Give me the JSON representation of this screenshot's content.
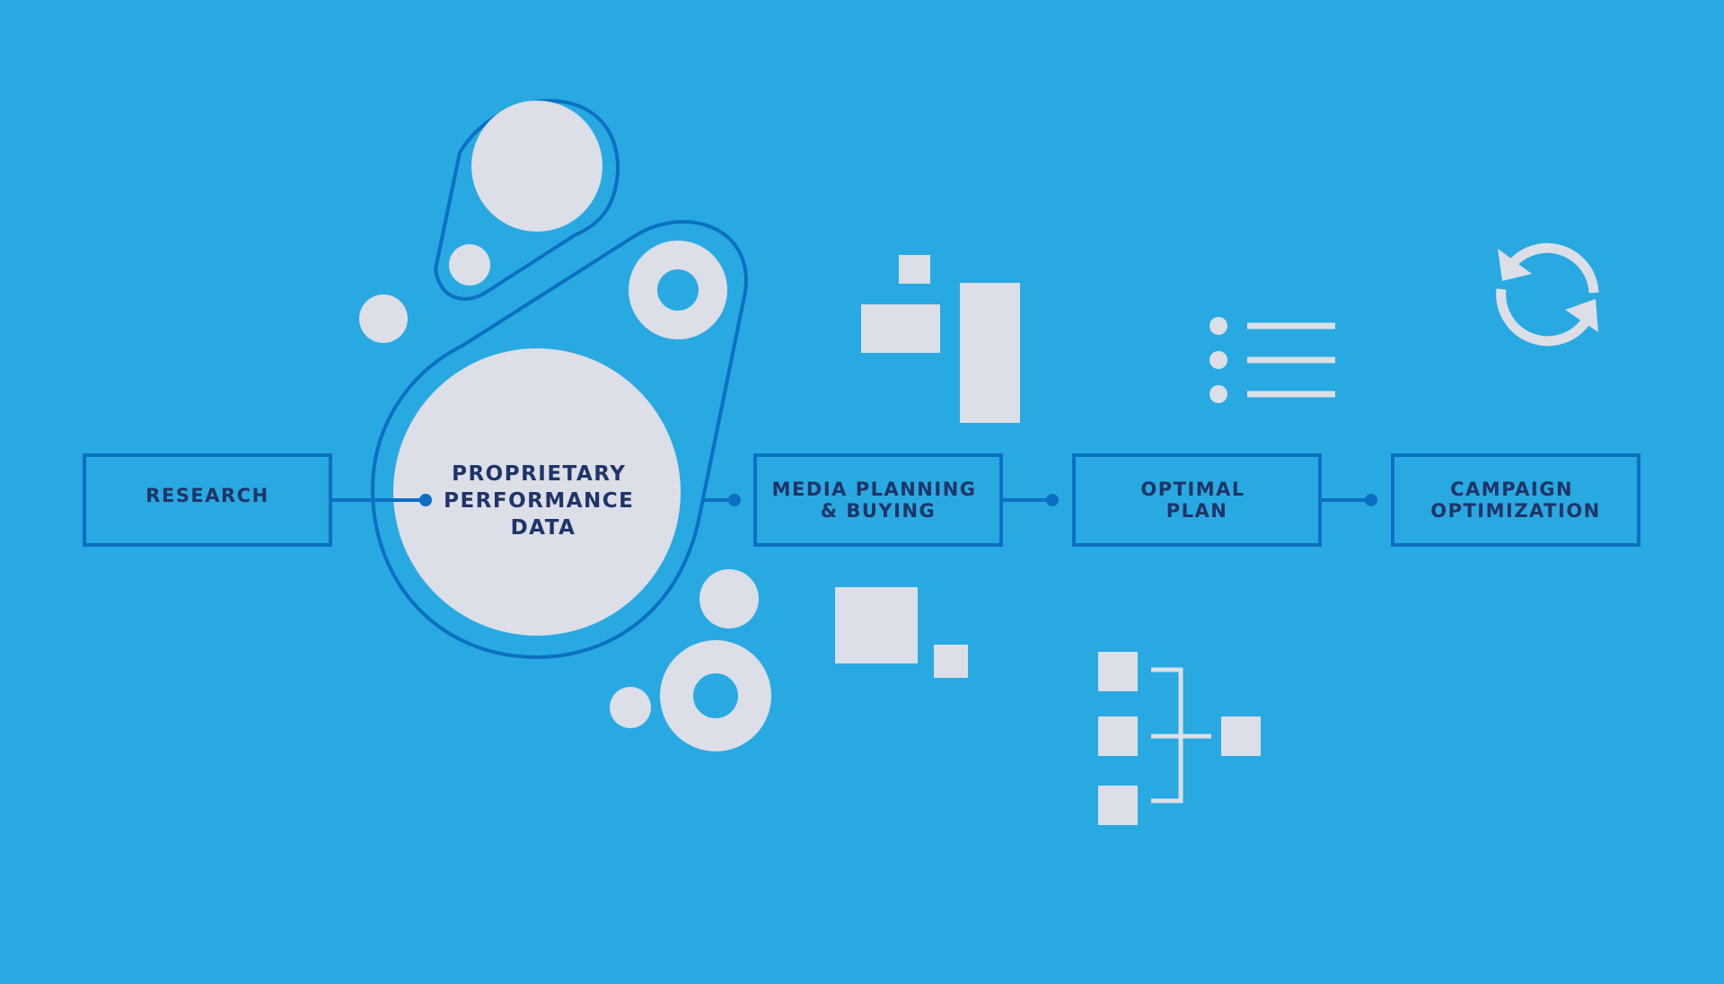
{
  "steps": {
    "research": {
      "lines": [
        "RESEARCH"
      ]
    },
    "proprietary": {
      "lines": [
        "PROPRIETARY",
        "PERFORMANCE",
        "DATA"
      ]
    },
    "media": {
      "lines": [
        "MEDIA PLANNING",
        "& BUYING"
      ]
    },
    "optimal": {
      "lines": [
        "OPTIMAL",
        "PLAN"
      ]
    },
    "campaign": {
      "lines": [
        "CAMPAIGN",
        "OPTIMIZATION"
      ]
    }
  },
  "icons": [
    "shapes-cluster-icon",
    "bar-blocks-icon",
    "list-icon",
    "refresh-cycle-icon",
    "squares-icon",
    "hierarchy-tree-icon"
  ],
  "colors": {
    "background": "#29a9e1",
    "outline": "#0c6fc4",
    "shape_fill": "#dcdee8",
    "label_text": "#1f3468"
  }
}
